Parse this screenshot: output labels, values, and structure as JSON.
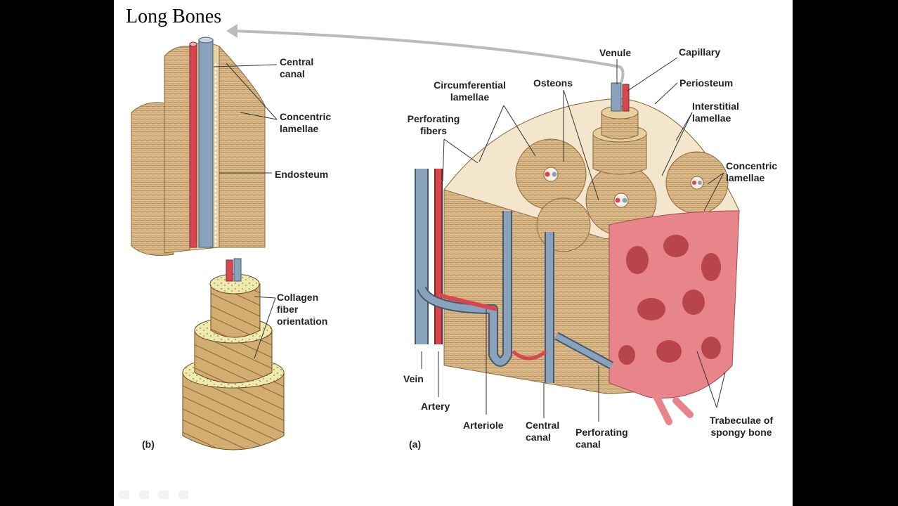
{
  "slide": {
    "title": "Long Bones"
  },
  "panels": {
    "a": "(a)",
    "b": "(b)"
  },
  "labels": {
    "central_canal_b": "Central canal",
    "concentric_lamellae_b": "Concentric lamellae",
    "endosteum": "Endosteum",
    "collagen": "Collagen fiber orientation",
    "venule": "Venule",
    "capillary": "Capillary",
    "periosteum": "Periosteum",
    "osteons": "Osteons",
    "circumferential": "Circumferential lamellae",
    "perforating_fibers": "Perforating fibers",
    "interstitial": "Interstitial lamellae",
    "concentric_lamellae_a": "Concentric lamellae",
    "vein": "Vein",
    "artery": "Artery",
    "arteriole": "Arteriole",
    "central_canal_a": "Central canal",
    "perforating_canal": "Perforating canal",
    "trabeculae": "Trabeculae of spongy bone"
  },
  "colors": {
    "bone": "#d9b98a",
    "bone_dark": "#b8925e",
    "artery": "#d8474f",
    "vein": "#8aa3bd",
    "spongy": "#e8858a",
    "background": "#ffffff",
    "frame": "#000000"
  }
}
